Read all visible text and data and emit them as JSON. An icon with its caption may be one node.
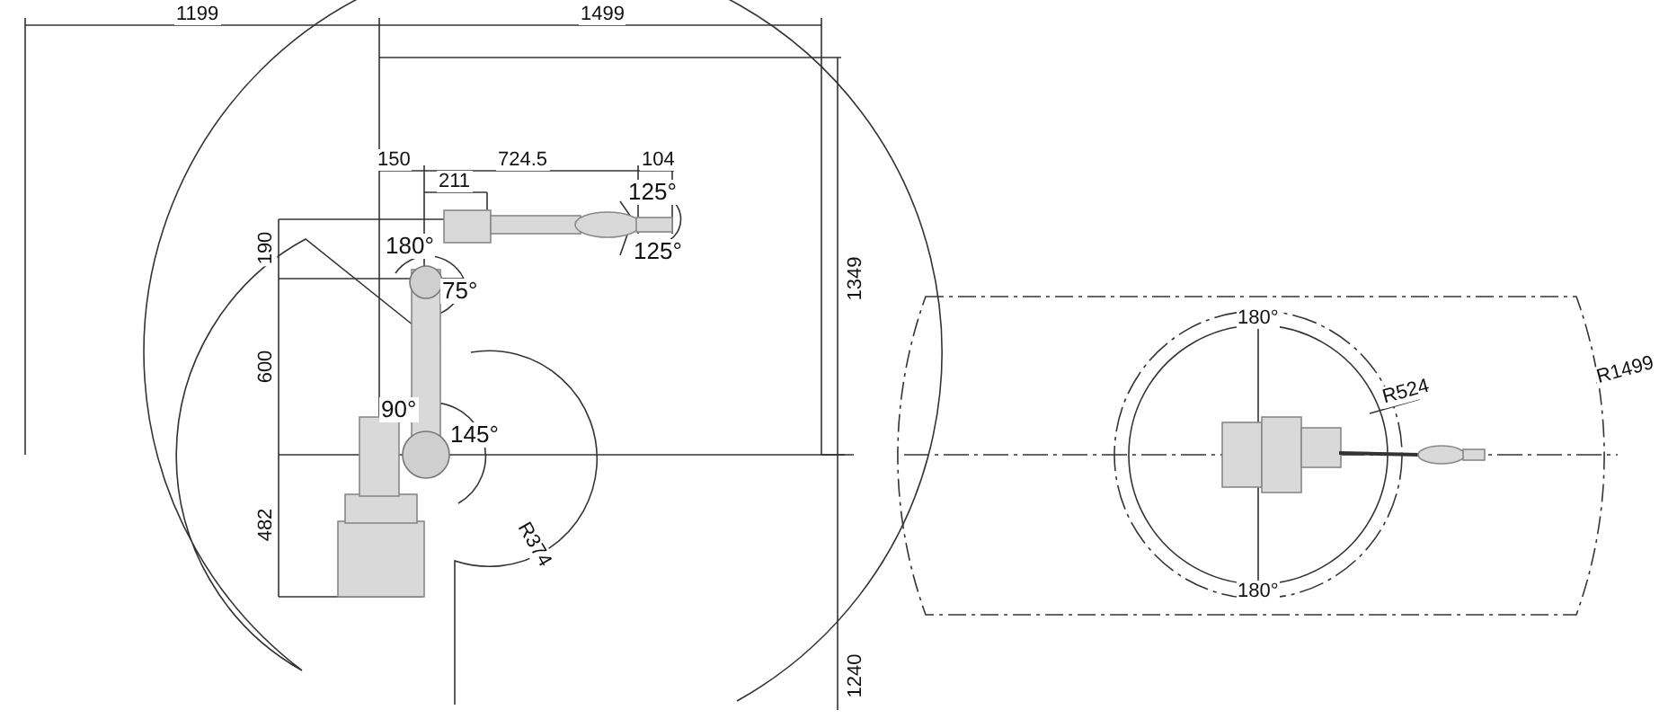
{
  "diagram": {
    "labels": [
      "1199",
      "1499",
      "150",
      "724.5",
      "104",
      "211",
      "125°",
      "190",
      "180°",
      "125°",
      "1349",
      "75°",
      "600",
      "90°",
      "145°",
      "R374",
      "482",
      "1240",
      "180°",
      "R524",
      "R1499",
      "180°"
    ]
  }
}
